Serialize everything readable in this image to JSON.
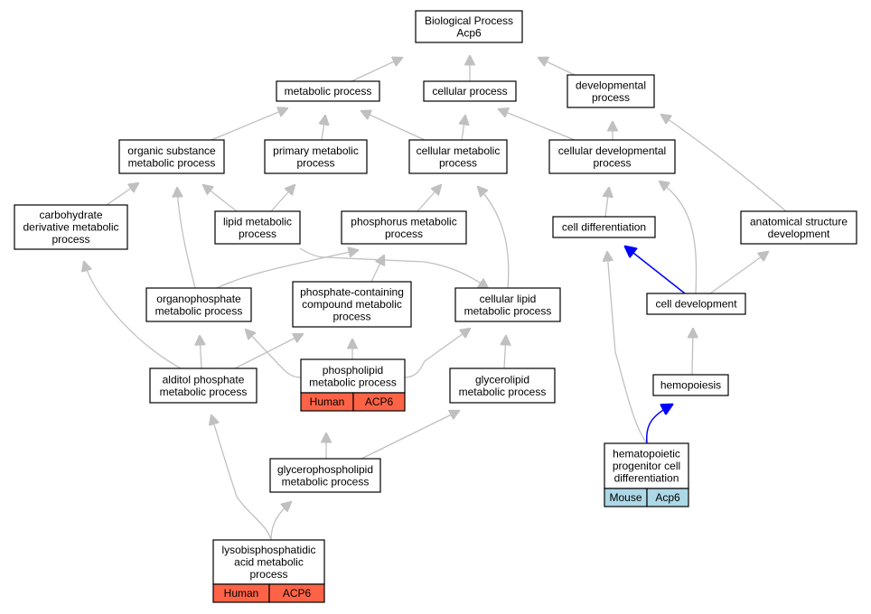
{
  "colors": {
    "edge": "#c0c0c0",
    "highlight_edge": "#0000ff",
    "human_badge": "#ff6347",
    "mouse_badge": "#add8e6"
  },
  "nodes": [
    {
      "id": "bp",
      "lines": [
        "Biological Process",
        "Acp6"
      ]
    },
    {
      "id": "metabolic",
      "lines": [
        "metabolic process"
      ]
    },
    {
      "id": "cellular",
      "lines": [
        "cellular process"
      ]
    },
    {
      "id": "developmental",
      "lines": [
        "developmental",
        "process"
      ]
    },
    {
      "id": "organic",
      "lines": [
        "organic substance",
        "metabolic process"
      ]
    },
    {
      "id": "primary",
      "lines": [
        "primary metabolic",
        "process"
      ]
    },
    {
      "id": "cellmeta",
      "lines": [
        "cellular metabolic",
        "process"
      ]
    },
    {
      "id": "celldevproc",
      "lines": [
        "cellular developmental",
        "process"
      ]
    },
    {
      "id": "carbo",
      "lines": [
        "carbohydrate",
        "derivative metabolic",
        "process"
      ]
    },
    {
      "id": "lipid",
      "lines": [
        "lipid metabolic",
        "process"
      ]
    },
    {
      "id": "phosphorus",
      "lines": [
        "phosphorus metabolic",
        "process"
      ]
    },
    {
      "id": "celldiff",
      "lines": [
        "cell differentiation"
      ]
    },
    {
      "id": "anat",
      "lines": [
        "anatomical structure",
        "development"
      ]
    },
    {
      "id": "organophos",
      "lines": [
        "organophosphate",
        "metabolic process"
      ]
    },
    {
      "id": "phoscont",
      "lines": [
        "phosphate-containing",
        "compound metabolic",
        "process"
      ]
    },
    {
      "id": "cellipid",
      "lines": [
        "cellular lipid",
        "metabolic process"
      ]
    },
    {
      "id": "celldev",
      "lines": [
        "cell development"
      ]
    },
    {
      "id": "alditol",
      "lines": [
        "alditol phosphate",
        "metabolic process"
      ]
    },
    {
      "id": "phospholipid",
      "lines": [
        "phospholipid",
        "metabolic process"
      ],
      "badge": [
        "Human",
        "ACP6"
      ]
    },
    {
      "id": "glycerolipid",
      "lines": [
        "glycerolipid",
        "metabolic process"
      ]
    },
    {
      "id": "hemopoiesis",
      "lines": [
        "hemopoiesis"
      ]
    },
    {
      "id": "glycerophos",
      "lines": [
        "glycerophospholipid",
        "metabolic process"
      ]
    },
    {
      "id": "hematopoietic",
      "lines": [
        "hematopoietic",
        "progenitor cell",
        "differentiation"
      ],
      "badge": [
        "Mouse",
        "Acp6"
      ]
    },
    {
      "id": "lysobis",
      "lines": [
        "lysobisphosphatidic",
        "acid metabolic",
        "process"
      ],
      "badge": [
        "Human",
        "ACP6"
      ]
    }
  ],
  "edges": [
    {
      "from": "metabolic",
      "to": "bp"
    },
    {
      "from": "cellular",
      "to": "bp"
    },
    {
      "from": "developmental",
      "to": "bp"
    },
    {
      "from": "organic",
      "to": "metabolic"
    },
    {
      "from": "primary",
      "to": "metabolic"
    },
    {
      "from": "cellmeta",
      "to": "metabolic"
    },
    {
      "from": "cellmeta",
      "to": "cellular"
    },
    {
      "from": "celldevproc",
      "to": "cellular"
    },
    {
      "from": "celldevproc",
      "to": "developmental"
    },
    {
      "from": "anat",
      "to": "developmental"
    },
    {
      "from": "carbo",
      "to": "organic"
    },
    {
      "from": "lipid",
      "to": "organic"
    },
    {
      "from": "organophos",
      "to": "organic"
    },
    {
      "from": "lipid",
      "to": "primary"
    },
    {
      "from": "phosphorus",
      "to": "cellmeta"
    },
    {
      "from": "cellipid",
      "to": "cellmeta"
    },
    {
      "from": "celldiff",
      "to": "celldevproc"
    },
    {
      "from": "celldev",
      "to": "celldevproc"
    },
    {
      "from": "lipid",
      "to": "cellipid"
    },
    {
      "from": "organophos",
      "to": "phosphorus"
    },
    {
      "from": "phoscont",
      "to": "phosphorus"
    },
    {
      "from": "celldev",
      "to": "celldiff",
      "highlight": true
    },
    {
      "from": "celldev",
      "to": "anat"
    },
    {
      "from": "alditol",
      "to": "carbo"
    },
    {
      "from": "alditol",
      "to": "organophos"
    },
    {
      "from": "phospholipid",
      "to": "organophos"
    },
    {
      "from": "alditol",
      "to": "phoscont"
    },
    {
      "from": "phospholipid",
      "to": "phoscont"
    },
    {
      "from": "phospholipid",
      "to": "cellipid"
    },
    {
      "from": "glycerolipid",
      "to": "cellipid"
    },
    {
      "from": "hemopoiesis",
      "to": "celldev"
    },
    {
      "from": "hematopoietic",
      "to": "celldiff"
    },
    {
      "from": "hematopoietic",
      "to": "hemopoiesis",
      "highlight": true
    },
    {
      "from": "glycerophos",
      "to": "phospholipid"
    },
    {
      "from": "glycerophos",
      "to": "glycerolipid"
    },
    {
      "from": "lysobis",
      "to": "alditol"
    },
    {
      "from": "lysobis",
      "to": "glycerophos"
    }
  ]
}
